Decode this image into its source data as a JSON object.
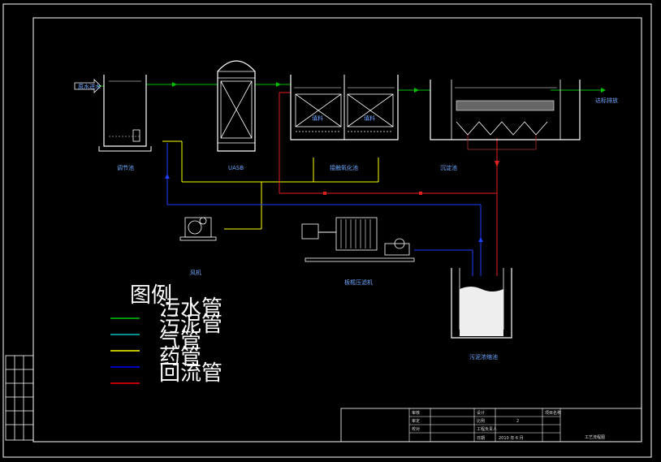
{
  "labels": {
    "inlet": "原水进水",
    "tank1": "调节池",
    "tank2": "UASB",
    "tank3": "接触氧化池",
    "tank4": "沉淀池",
    "outlet": "达标排放",
    "blower": "风机",
    "press": "板框压滤机",
    "sludge": "污泥浓缩池",
    "tank3_left": "填料",
    "tank3_right": "填料"
  },
  "legend": {
    "title": "图例",
    "rows": [
      "污水管",
      "污泥管",
      "气管",
      "药管",
      "回流管"
    ],
    "colors": [
      "#00c000",
      "#00c0c0",
      "#ffff00",
      "#0000ff",
      "#ff0000"
    ]
  },
  "titleblock": {
    "cells": [
      "审核",
      "设计",
      "审定",
      "校对",
      "工程负责人",
      "比例",
      "项目名称",
      "日期"
    ],
    "scale_value": "2",
    "date_value": "2010 年 6 月",
    "drawing_title": "工艺流程图"
  }
}
